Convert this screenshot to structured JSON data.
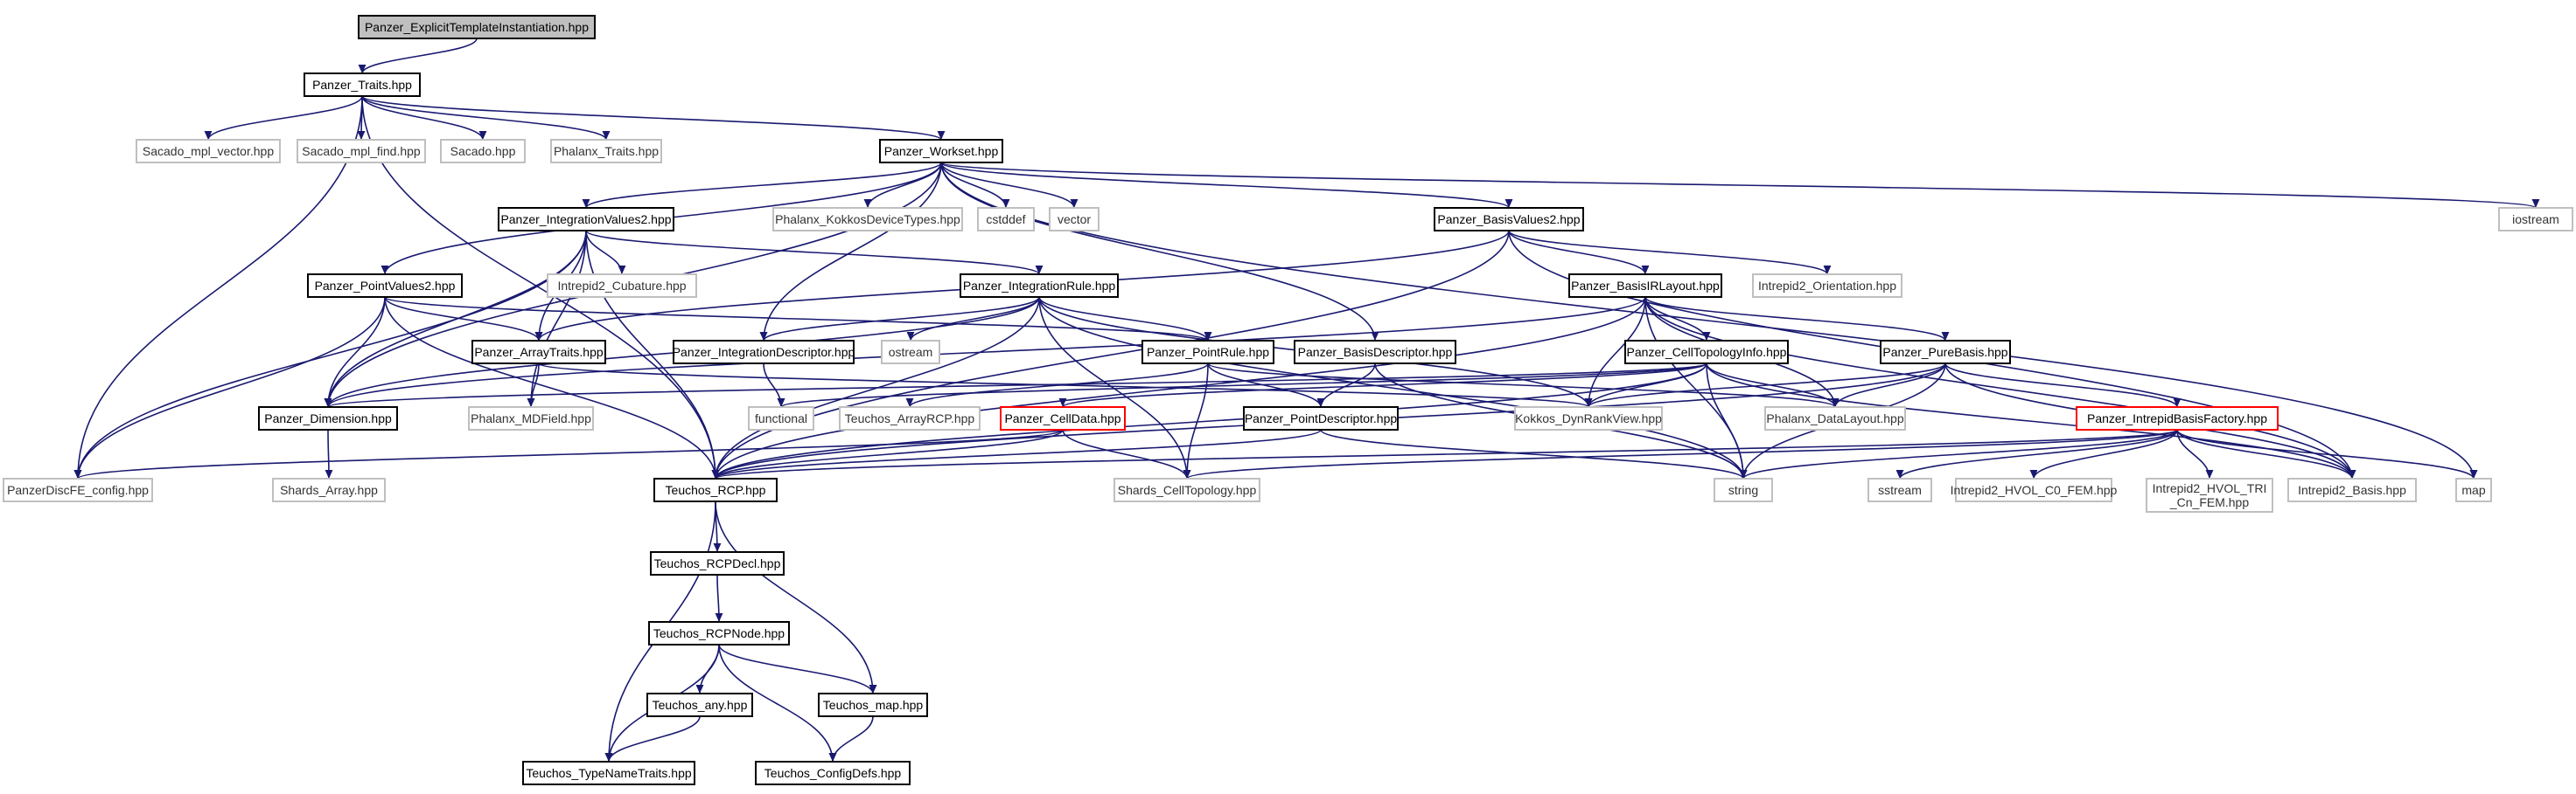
{
  "graph": {
    "nodes": [
      {
        "id": "root",
        "label": [
          "Panzer_ExplicitTemplateInstantiation.hpp"
        ],
        "kind": "root"
      },
      {
        "id": "traits",
        "label": [
          "Panzer_Traits.hpp"
        ],
        "kind": "doc"
      },
      {
        "id": "sacado_vec",
        "label": [
          "Sacado_mpl_vector.hpp"
        ],
        "kind": "ext"
      },
      {
        "id": "sacado_find",
        "label": [
          "Sacado_mpl_find.hpp"
        ],
        "kind": "ext"
      },
      {
        "id": "sacado",
        "label": [
          "Sacado.hpp"
        ],
        "kind": "ext"
      },
      {
        "id": "phalanx_traits",
        "label": [
          "Phalanx_Traits.hpp"
        ],
        "kind": "ext"
      },
      {
        "id": "workset",
        "label": [
          "Panzer_Workset.hpp"
        ],
        "kind": "doc"
      },
      {
        "id": "iostream",
        "label": [
          "iostream"
        ],
        "kind": "ext"
      },
      {
        "id": "intvalues2",
        "label": [
          "Panzer_IntegrationValues2.hpp"
        ],
        "kind": "doc"
      },
      {
        "id": "kokkos_dev",
        "label": [
          "Phalanx_KokkosDeviceTypes.hpp"
        ],
        "kind": "ext"
      },
      {
        "id": "cstddef",
        "label": [
          "cstddef"
        ],
        "kind": "ext"
      },
      {
        "id": "vector",
        "label": [
          "vector"
        ],
        "kind": "ext"
      },
      {
        "id": "basisvalues2",
        "label": [
          "Panzer_BasisValues2.hpp"
        ],
        "kind": "doc"
      },
      {
        "id": "pointvalues2",
        "label": [
          "Panzer_PointValues2.hpp"
        ],
        "kind": "doc"
      },
      {
        "id": "cubature",
        "label": [
          "Intrepid2_Cubature.hpp"
        ],
        "kind": "ext"
      },
      {
        "id": "intrule",
        "label": [
          "Panzer_IntegrationRule.hpp"
        ],
        "kind": "doc"
      },
      {
        "id": "basisirlayout",
        "label": [
          "Panzer_BasisIRLayout.hpp"
        ],
        "kind": "doc"
      },
      {
        "id": "orientation",
        "label": [
          "Intrepid2_Orientation.hpp"
        ],
        "kind": "ext"
      },
      {
        "id": "arraytraits",
        "label": [
          "Panzer_ArrayTraits.hpp"
        ],
        "kind": "doc"
      },
      {
        "id": "intdesc",
        "label": [
          "Panzer_IntegrationDescriptor.hpp"
        ],
        "kind": "doc"
      },
      {
        "id": "ostream",
        "label": [
          "ostream"
        ],
        "kind": "ext"
      },
      {
        "id": "pointrule",
        "label": [
          "Panzer_PointRule.hpp"
        ],
        "kind": "doc"
      },
      {
        "id": "basisdesc",
        "label": [
          "Panzer_BasisDescriptor.hpp"
        ],
        "kind": "doc"
      },
      {
        "id": "celltopo",
        "label": [
          "Panzer_CellTopologyInfo.hpp"
        ],
        "kind": "doc"
      },
      {
        "id": "purebasis",
        "label": [
          "Panzer_PureBasis.hpp"
        ],
        "kind": "doc"
      },
      {
        "id": "dimension",
        "label": [
          "Panzer_Dimension.hpp"
        ],
        "kind": "doc"
      },
      {
        "id": "mdfield",
        "label": [
          "Phalanx_MDField.hpp"
        ],
        "kind": "ext"
      },
      {
        "id": "functional",
        "label": [
          "functional"
        ],
        "kind": "ext"
      },
      {
        "id": "teuchos_arrayrcp",
        "label": [
          "Teuchos_ArrayRCP.hpp"
        ],
        "kind": "ext"
      },
      {
        "id": "celldata",
        "label": [
          "Panzer_CellData.hpp"
        ],
        "kind": "trunc"
      },
      {
        "id": "pointdesc",
        "label": [
          "Panzer_PointDescriptor.hpp"
        ],
        "kind": "doc"
      },
      {
        "id": "dynrank",
        "label": [
          "Kokkos_DynRankView.hpp"
        ],
        "kind": "ext"
      },
      {
        "id": "datalayout",
        "label": [
          "Phalanx_DataLayout.hpp"
        ],
        "kind": "ext"
      },
      {
        "id": "intrepidfactory",
        "label": [
          "Panzer_IntrepidBasisFactory.hpp"
        ],
        "kind": "trunc"
      },
      {
        "id": "discfe",
        "label": [
          "PanzerDiscFE_config.hpp"
        ],
        "kind": "ext"
      },
      {
        "id": "shards_array",
        "label": [
          "Shards_Array.hpp"
        ],
        "kind": "ext"
      },
      {
        "id": "teuchos_rcp",
        "label": [
          "Teuchos_RCP.hpp"
        ],
        "kind": "doc"
      },
      {
        "id": "shards_celltopo",
        "label": [
          "Shards_CellTopology.hpp"
        ],
        "kind": "ext"
      },
      {
        "id": "string",
        "label": [
          "string"
        ],
        "kind": "ext"
      },
      {
        "id": "sstream",
        "label": [
          "sstream"
        ],
        "kind": "ext"
      },
      {
        "id": "hvol_c0",
        "label": [
          "Intrepid2_HVOL_C0_FEM.hpp"
        ],
        "kind": "ext"
      },
      {
        "id": "hvol_tri",
        "label": [
          "Intrepid2_HVOL_TRI",
          "_Cn_FEM.hpp"
        ],
        "kind": "ext"
      },
      {
        "id": "intrepid_basis",
        "label": [
          "Intrepid2_Basis.hpp"
        ],
        "kind": "ext"
      },
      {
        "id": "map",
        "label": [
          "map"
        ],
        "kind": "ext"
      },
      {
        "id": "rcpdecl",
        "label": [
          "Teuchos_RCPDecl.hpp"
        ],
        "kind": "doc"
      },
      {
        "id": "rcpnode",
        "label": [
          "Teuchos_RCPNode.hpp"
        ],
        "kind": "doc"
      },
      {
        "id": "teuchos_any",
        "label": [
          "Teuchos_any.hpp"
        ],
        "kind": "doc"
      },
      {
        "id": "teuchos_map",
        "label": [
          "Teuchos_map.hpp"
        ],
        "kind": "doc"
      },
      {
        "id": "typenametraits",
        "label": [
          "Teuchos_TypeNameTraits.hpp"
        ],
        "kind": "doc"
      },
      {
        "id": "configdefs",
        "label": [
          "Teuchos_ConfigDefs.hpp"
        ],
        "kind": "doc"
      }
    ],
    "edges": [
      [
        "root",
        "traits"
      ],
      [
        "traits",
        "sacado_vec"
      ],
      [
        "traits",
        "sacado_find"
      ],
      [
        "traits",
        "sacado"
      ],
      [
        "traits",
        "phalanx_traits"
      ],
      [
        "traits",
        "workset"
      ],
      [
        "traits",
        "discfe"
      ],
      [
        "traits",
        "teuchos_rcp"
      ],
      [
        "workset",
        "iostream"
      ],
      [
        "workset",
        "intvalues2"
      ],
      [
        "workset",
        "kokkos_dev"
      ],
      [
        "workset",
        "cstddef"
      ],
      [
        "workset",
        "vector"
      ],
      [
        "workset",
        "basisvalues2"
      ],
      [
        "workset",
        "pointvalues2"
      ],
      [
        "workset",
        "intdesc"
      ],
      [
        "workset",
        "basisdesc"
      ],
      [
        "workset",
        "dimension"
      ],
      [
        "workset",
        "map"
      ],
      [
        "intvalues2",
        "cubature"
      ],
      [
        "intvalues2",
        "intrule"
      ],
      [
        "intvalues2",
        "arraytraits"
      ],
      [
        "intvalues2",
        "dimension"
      ],
      [
        "intvalues2",
        "mdfield"
      ],
      [
        "intvalues2",
        "discfe"
      ],
      [
        "intvalues2",
        "teuchos_rcp"
      ],
      [
        "basisvalues2",
        "basisirlayout"
      ],
      [
        "basisvalues2",
        "orientation"
      ],
      [
        "basisvalues2",
        "arraytraits"
      ],
      [
        "basisvalues2",
        "teuchos_rcp"
      ],
      [
        "basisvalues2",
        "intrepid_basis"
      ],
      [
        "pointvalues2",
        "arraytraits"
      ],
      [
        "pointvalues2",
        "pointrule"
      ],
      [
        "pointvalues2",
        "dimension"
      ],
      [
        "pointvalues2",
        "discfe"
      ],
      [
        "pointvalues2",
        "teuchos_rcp"
      ],
      [
        "intrule",
        "intdesc"
      ],
      [
        "intrule",
        "ostream"
      ],
      [
        "intrule",
        "pointrule"
      ],
      [
        "intrule",
        "teuchos_rcp"
      ],
      [
        "intrule",
        "dimension"
      ],
      [
        "intrule",
        "dynrank"
      ],
      [
        "intrule",
        "shards_celltopo"
      ],
      [
        "intrule",
        "string"
      ],
      [
        "basisirlayout",
        "purebasis"
      ],
      [
        "basisirlayout",
        "celltopo"
      ],
      [
        "basisirlayout",
        "dimension"
      ],
      [
        "basisirlayout",
        "teuchos_rcp"
      ],
      [
        "basisirlayout",
        "dynrank"
      ],
      [
        "basisirlayout",
        "datalayout"
      ],
      [
        "basisirlayout",
        "intrepid_basis"
      ],
      [
        "basisirlayout",
        "string"
      ],
      [
        "arraytraits",
        "mdfield"
      ],
      [
        "arraytraits",
        "dynrank"
      ],
      [
        "intdesc",
        "functional"
      ],
      [
        "pointrule",
        "teuchos_arrayrcp"
      ],
      [
        "pointrule",
        "pointdesc"
      ],
      [
        "pointrule",
        "shards_celltopo"
      ],
      [
        "pointrule",
        "datalayout"
      ],
      [
        "basisdesc",
        "pointdesc"
      ],
      [
        "basisdesc",
        "string"
      ],
      [
        "celltopo",
        "celldata"
      ],
      [
        "celltopo",
        "dimension"
      ],
      [
        "celltopo",
        "functional"
      ],
      [
        "celltopo",
        "dynrank"
      ],
      [
        "celltopo",
        "datalayout"
      ],
      [
        "celltopo",
        "teuchos_rcp"
      ],
      [
        "celltopo",
        "string"
      ],
      [
        "celltopo",
        "intrepid_basis"
      ],
      [
        "purebasis",
        "intrepidfactory"
      ],
      [
        "purebasis",
        "dynrank"
      ],
      [
        "purebasis",
        "datalayout"
      ],
      [
        "purebasis",
        "teuchos_rcp"
      ],
      [
        "purebasis",
        "string"
      ],
      [
        "purebasis",
        "intrepid_basis"
      ],
      [
        "dimension",
        "shards_array"
      ],
      [
        "celldata",
        "discfe"
      ],
      [
        "celldata",
        "teuchos_rcp"
      ],
      [
        "celldata",
        "shards_celltopo"
      ],
      [
        "pointdesc",
        "teuchos_rcp"
      ],
      [
        "pointdesc",
        "string"
      ],
      [
        "intrepidfactory",
        "teuchos_rcp"
      ],
      [
        "intrepidfactory",
        "shards_celltopo"
      ],
      [
        "intrepidfactory",
        "string"
      ],
      [
        "intrepidfactory",
        "sstream"
      ],
      [
        "intrepidfactory",
        "hvol_c0"
      ],
      [
        "intrepidfactory",
        "hvol_tri"
      ],
      [
        "intrepidfactory",
        "intrepid_basis"
      ],
      [
        "intrepidfactory",
        "map"
      ],
      [
        "teuchos_rcp",
        "rcpdecl"
      ],
      [
        "teuchos_rcp",
        "typenametraits"
      ],
      [
        "teuchos_rcp",
        "teuchos_map"
      ],
      [
        "rcpdecl",
        "rcpnode"
      ],
      [
        "rcpnode",
        "teuchos_any"
      ],
      [
        "rcpnode",
        "teuchos_map"
      ],
      [
        "rcpnode",
        "typenametraits"
      ],
      [
        "rcpnode",
        "configdefs"
      ],
      [
        "teuchos_any",
        "typenametraits"
      ],
      [
        "teuchos_map",
        "configdefs"
      ]
    ]
  }
}
